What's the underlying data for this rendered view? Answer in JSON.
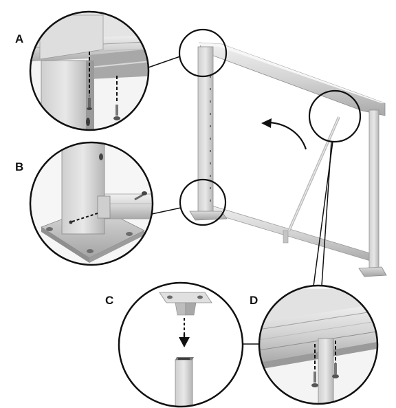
{
  "callouts": {
    "a": "A",
    "b": "B",
    "c": "C",
    "d": "D"
  },
  "colors": {
    "metal_light": "#e3e3e3",
    "metal_mid": "#bdbdbd",
    "metal_dark": "#8f8f8f",
    "outline": "#111111",
    "background": "#ffffff"
  },
  "icons": {
    "arrow_rotate": "curved-arrow-icon",
    "arrow_down": "down-arrow-icon"
  }
}
